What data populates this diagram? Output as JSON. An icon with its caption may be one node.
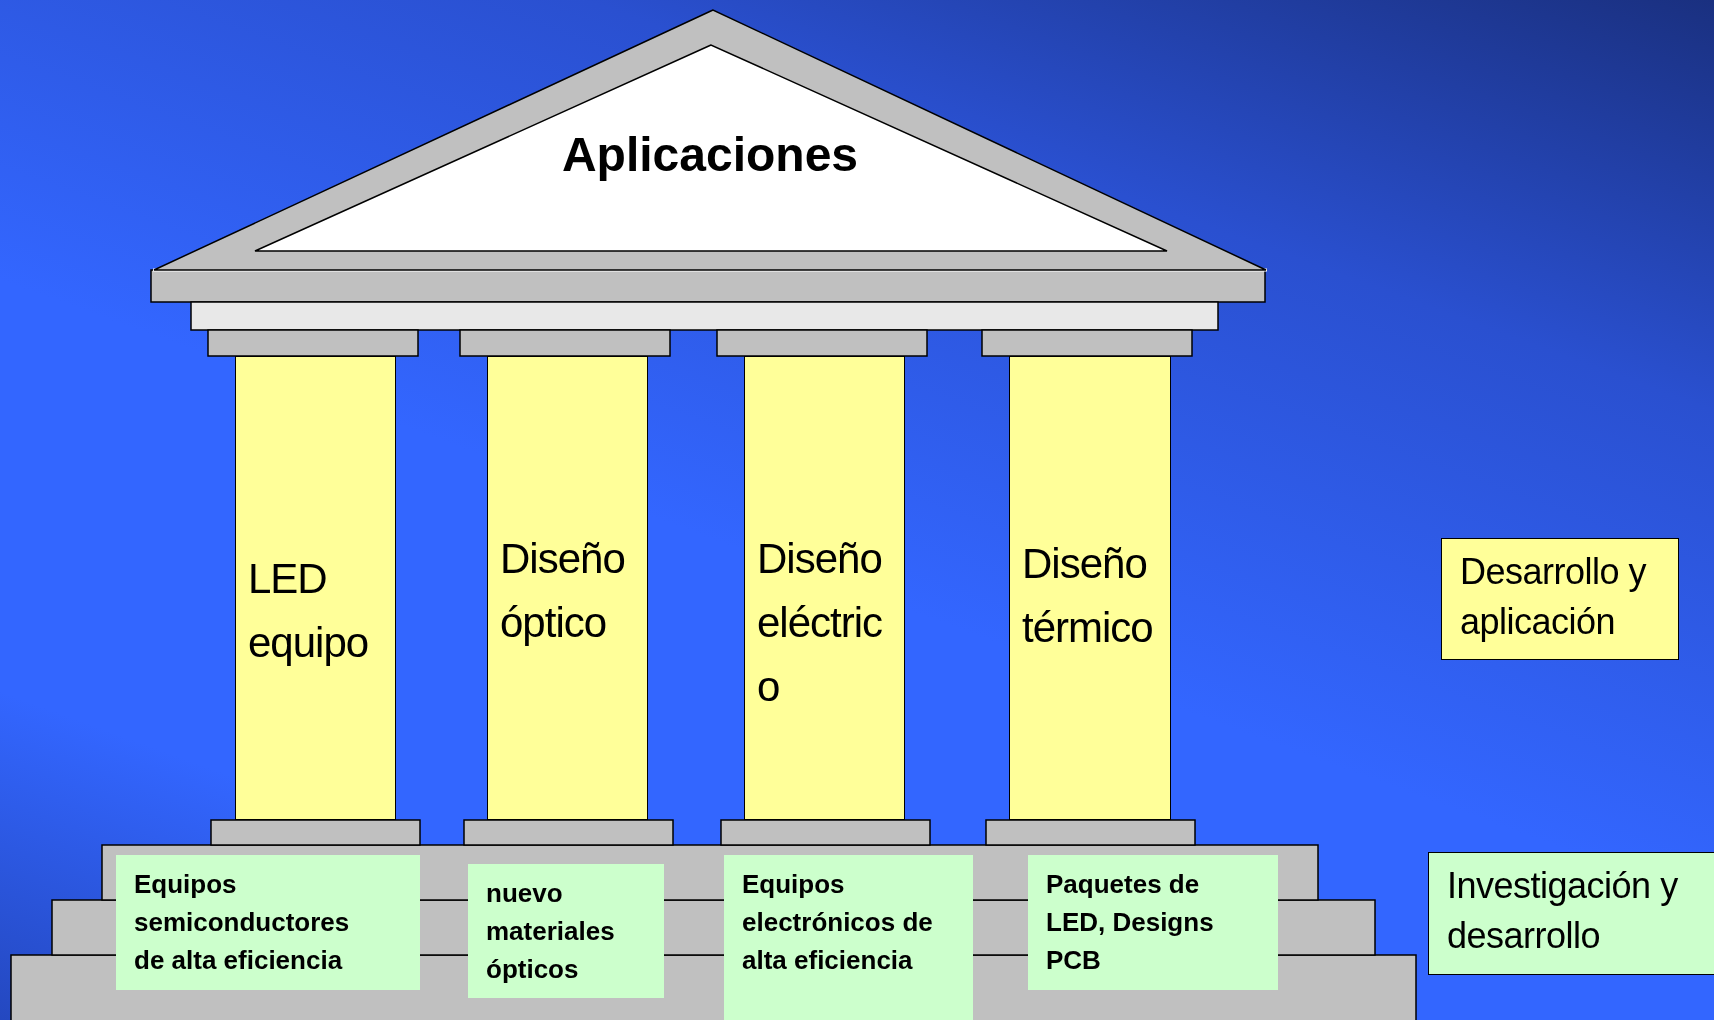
{
  "diagram": {
    "nodes": [
      {
        "text": [
          "Aplicaciones"
        ]
      },
      {
        "text": [
          "LED equipo"
        ]
      },
      {
        "text": [
          "Diseño óptico"
        ]
      },
      {
        "text": [
          "Diseño eléctrico"
        ]
      },
      {
        "text": [
          "Diseño térmico"
        ]
      },
      {
        "text": [
          "Equipos semiconductores de alta eficiencia"
        ]
      },
      {
        "text": [
          "nuevo materiales ópticos"
        ]
      },
      {
        "text": [
          "Equipos electrónicos de alta eficiencia"
        ]
      },
      {
        "text": [
          "Paquetes de LED, Designs PCB"
        ]
      },
      {
        "text": [
          "Desarrollo y aplicación"
        ]
      },
      {
        "text": [
          "Investigación y desarrollo"
        ]
      }
    ],
    "edges": []
  }
}
